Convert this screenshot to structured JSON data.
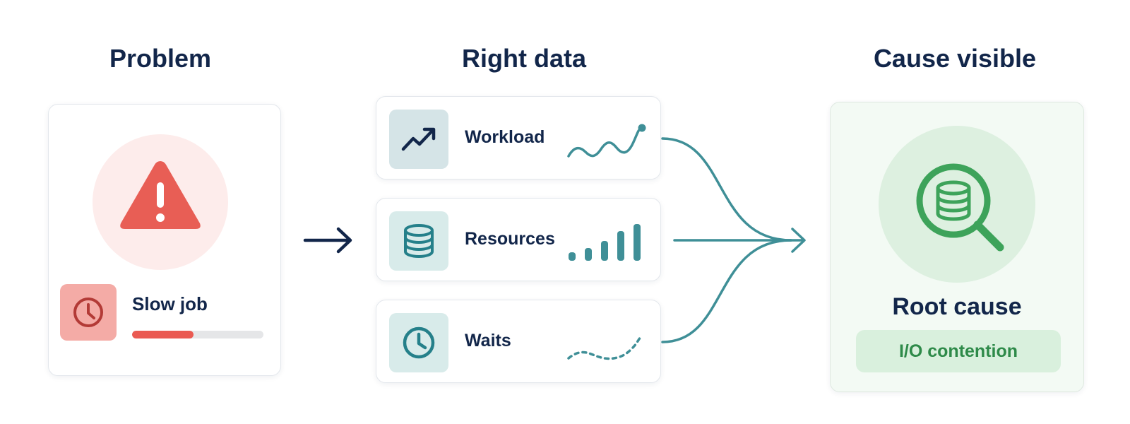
{
  "columns": {
    "problem": "Problem",
    "right_data": "Right data",
    "cause_visible": "Cause visible"
  },
  "problem": {
    "icon": "warning-triangle-icon",
    "job_icon": "clock-icon",
    "job_label": "Slow job",
    "job_progress": 0.47
  },
  "data_sources": [
    {
      "label": "Workload",
      "icon": "trending-up-icon",
      "sparkline": "wavy-line-chart"
    },
    {
      "label": "Resources",
      "icon": "database-icon",
      "sparkline": "bar-chart"
    },
    {
      "label": "Waits",
      "icon": "clock-icon",
      "sparkline": "dotted-line-chart"
    }
  ],
  "result": {
    "icon": "database-search-icon",
    "title": "Root cause",
    "finding": "I/O contention"
  },
  "colors": {
    "navy": "#12264a",
    "alert_red": "#ea5a52",
    "teal": "#2e8a8f",
    "success_green": "#3da35a"
  }
}
